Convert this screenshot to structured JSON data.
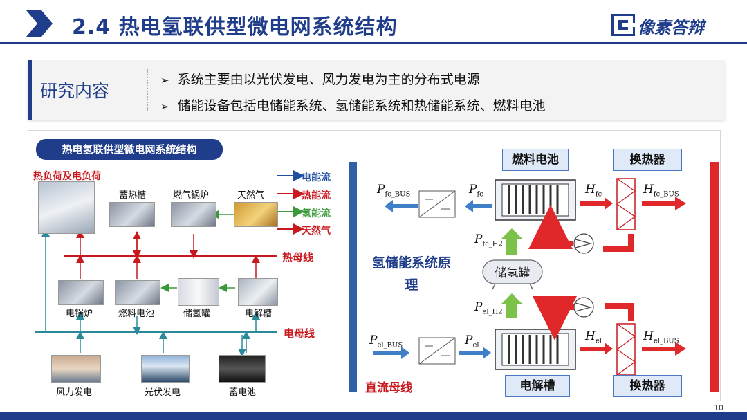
{
  "header": {
    "title": "2.4 热电氢联供型微电网系统结构",
    "logo_text": "像素答辩"
  },
  "research": {
    "label": "研究内容",
    "bullets": [
      "系统主要由以光伏发电、风力发电为主的分布式电源",
      "储能设备包括电储能系统、氢储能系统和热储能系统、燃料电池"
    ]
  },
  "left_diagram": {
    "title": "热电氢联供型微电网系统结构",
    "load_label": "热负荷及电负荷",
    "top_row": [
      "蓄热槽",
      "燃气锅炉",
      "天然气"
    ],
    "mid_row": [
      "电锅炉",
      "燃料电池",
      "储氢罐",
      "电解槽"
    ],
    "bottom_row": [
      "风力发电",
      "光伏发电",
      "蓄电池"
    ],
    "heat_bus": "热母线",
    "elec_bus": "电母线",
    "legend": [
      {
        "label": "电能流",
        "color": "#1f4fa0"
      },
      {
        "label": "热能流",
        "color": "#c8191e"
      },
      {
        "label": "氢能流",
        "color": "#3a9a3a"
      },
      {
        "label": "天然气",
        "color": "#c8191e"
      }
    ]
  },
  "right_diagram": {
    "fuel_cell": "燃料电池",
    "hx_top": "换热器",
    "electrolyzer": "电解槽",
    "hx_bottom": "换热器",
    "h2_principle": "氢储能系统原理",
    "tank": "储氢罐",
    "dc_bus": "直流母线",
    "symbols": {
      "p_fc_bus": {
        "main": "P",
        "sub": "fc_BUS"
      },
      "p_fc": {
        "main": "P",
        "sub": "fc"
      },
      "h_fc": {
        "main": "H",
        "sub": "fc"
      },
      "h_fc_bus": {
        "main": "H",
        "sub": "fc_BUS"
      },
      "p_fc_h2": {
        "main": "P",
        "sub": "fc_H2"
      },
      "p_el_h2": {
        "main": "P",
        "sub": "el_H2"
      },
      "p_el_bus": {
        "main": "P",
        "sub": "el_BUS"
      },
      "p_el": {
        "main": "P",
        "sub": "el"
      },
      "h_el": {
        "main": "H",
        "sub": "el"
      },
      "h_el_bus": {
        "main": "H",
        "sub": "el_BUS"
      }
    }
  },
  "page_number": "10",
  "colors": {
    "brand": "#1f3d8a",
    "elec": "#1f4fa0",
    "heat": "#c8191e",
    "h2": "#3a9a3a",
    "blue_arrow": "#3f7fc7",
    "red_arrow": "#e0282b",
    "green_arrow": "#7cc14a"
  }
}
